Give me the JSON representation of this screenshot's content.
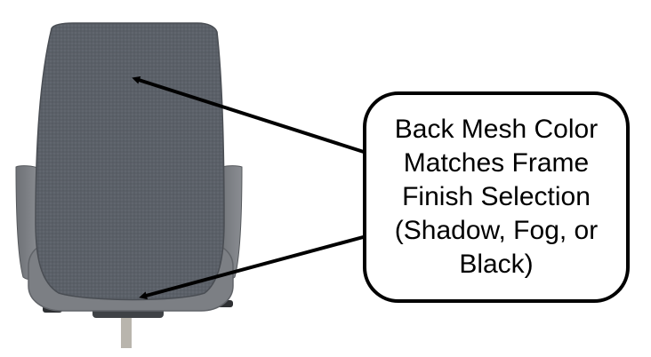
{
  "callout": {
    "lines": [
      "Back Mesh Color",
      "Matches Frame",
      "Finish Selection",
      "(Shadow, Fog, or",
      "Black)"
    ]
  },
  "colors": {
    "mesh": "#5b6068",
    "frame": "#7c7f84",
    "arrow": "#000000",
    "outline": "#000000"
  },
  "arrows": [
    {
      "name": "arrow-to-back-mesh"
    },
    {
      "name": "arrow-to-lower-frame"
    }
  ]
}
